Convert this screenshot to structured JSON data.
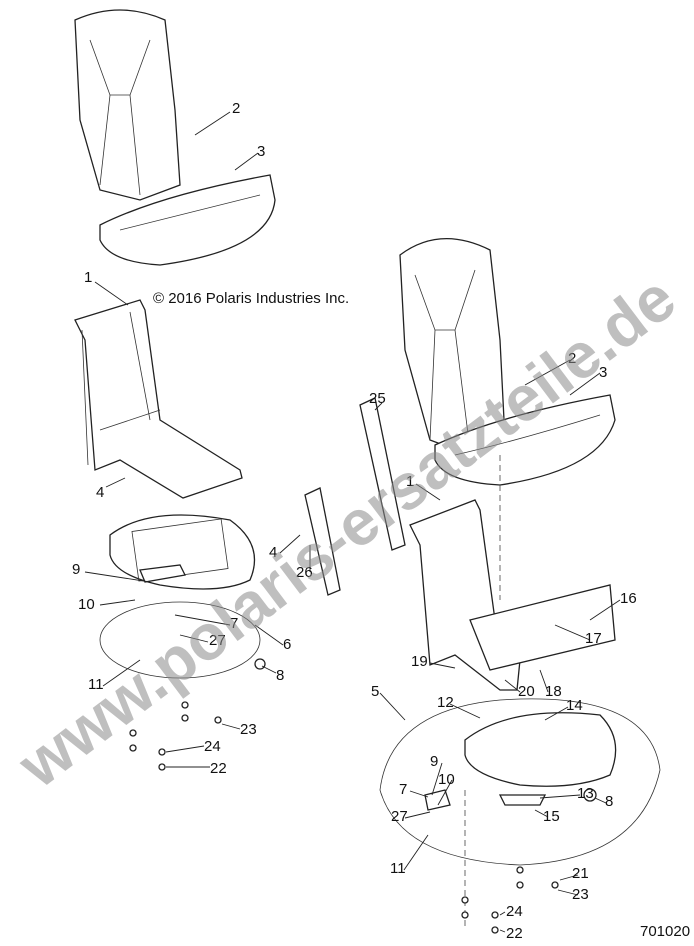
{
  "copyright": "© 2016 Polaris Industries Inc.",
  "diagram_number": "701020",
  "watermark": "www.polaris-ersatzteile.de",
  "callouts_left": [
    "2",
    "3",
    "1",
    "4",
    "9",
    "10",
    "7",
    "27",
    "6",
    "8",
    "11",
    "23",
    "24",
    "22"
  ],
  "callouts_right": [
    "2",
    "3",
    "25",
    "1",
    "4",
    "26",
    "16",
    "17",
    "19",
    "20",
    "18",
    "5",
    "12",
    "14",
    "9",
    "10",
    "13",
    "7",
    "8",
    "27",
    "15",
    "11",
    "21",
    "23",
    "24",
    "22"
  ]
}
